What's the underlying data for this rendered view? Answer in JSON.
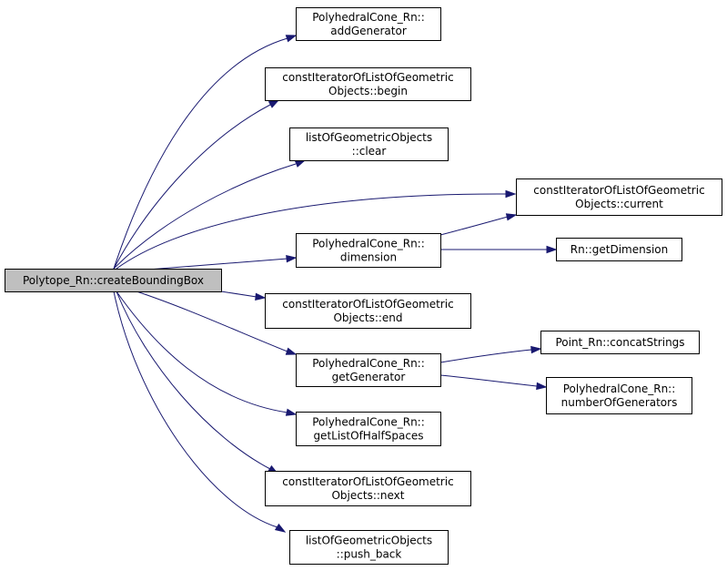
{
  "graph": {
    "root": {
      "id": "root",
      "lines": [
        "Polytope_Rn::createBoundingBox"
      ]
    },
    "nodes": [
      {
        "id": "addGenerator",
        "lines": [
          "PolyhedralCone_Rn::",
          "addGenerator"
        ]
      },
      {
        "id": "begin",
        "lines": [
          "constIteratorOfListOfGeometric",
          "Objects::begin"
        ]
      },
      {
        "id": "clear",
        "lines": [
          "listOfGeometricObjects",
          "::clear"
        ]
      },
      {
        "id": "current",
        "lines": [
          "constIteratorOfListOfGeometric",
          "Objects::current"
        ]
      },
      {
        "id": "dimension",
        "lines": [
          "PolyhedralCone_Rn::",
          "dimension"
        ]
      },
      {
        "id": "getDimension",
        "lines": [
          "Rn::getDimension"
        ]
      },
      {
        "id": "end",
        "lines": [
          "constIteratorOfListOfGeometric",
          "Objects::end"
        ]
      },
      {
        "id": "getGenerator",
        "lines": [
          "PolyhedralCone_Rn::",
          "getGenerator"
        ]
      },
      {
        "id": "concatStrings",
        "lines": [
          "Point_Rn::concatStrings"
        ]
      },
      {
        "id": "numberOfGenerators",
        "lines": [
          "PolyhedralCone_Rn::",
          "numberOfGenerators"
        ]
      },
      {
        "id": "getListOfHalfSpaces",
        "lines": [
          "PolyhedralCone_Rn::",
          "getListOfHalfSpaces"
        ]
      },
      {
        "id": "next",
        "lines": [
          "constIteratorOfListOfGeometric",
          "Objects::next"
        ]
      },
      {
        "id": "push_back",
        "lines": [
          "listOfGeometricObjects",
          "::push_back"
        ]
      }
    ],
    "edges": [
      {
        "from": "root",
        "to": "addGenerator"
      },
      {
        "from": "root",
        "to": "begin"
      },
      {
        "from": "root",
        "to": "clear"
      },
      {
        "from": "root",
        "to": "current"
      },
      {
        "from": "root",
        "to": "dimension"
      },
      {
        "from": "root",
        "to": "end"
      },
      {
        "from": "root",
        "to": "getGenerator"
      },
      {
        "from": "root",
        "to": "getListOfHalfSpaces"
      },
      {
        "from": "root",
        "to": "next"
      },
      {
        "from": "root",
        "to": "push_back"
      },
      {
        "from": "dimension",
        "to": "current"
      },
      {
        "from": "dimension",
        "to": "getDimension"
      },
      {
        "from": "getGenerator",
        "to": "concatStrings"
      },
      {
        "from": "getGenerator",
        "to": "numberOfGenerators"
      }
    ],
    "colors": {
      "edge": "#191970",
      "root_fill": "#bfbfbf",
      "node_fill": "#ffffff",
      "border": "#000000"
    }
  }
}
